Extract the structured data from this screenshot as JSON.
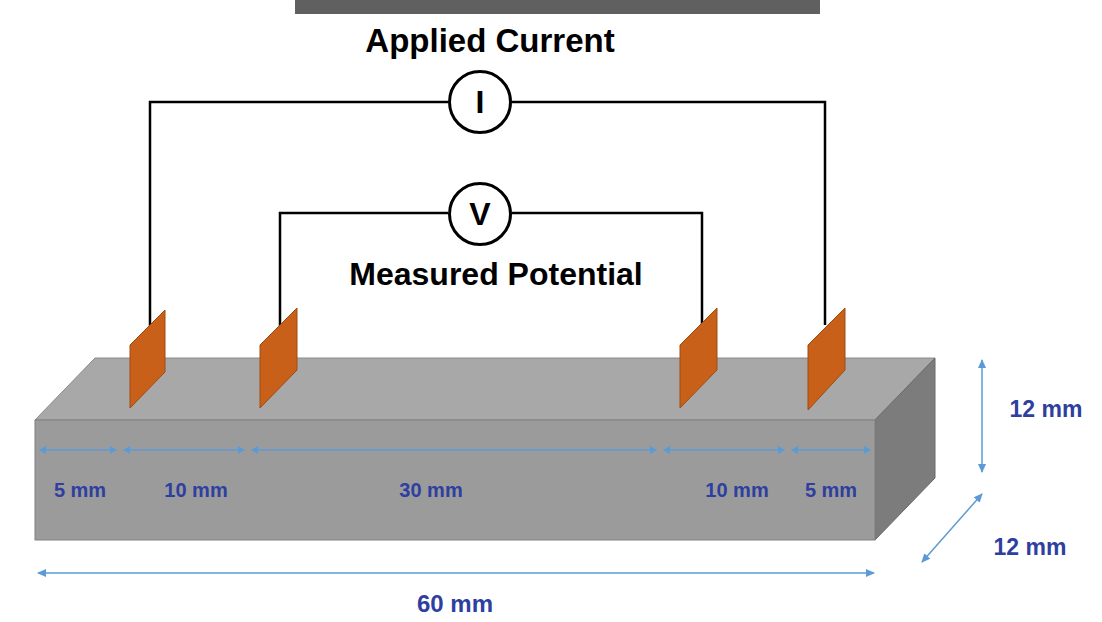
{
  "diagram": {
    "nodes": [
      {
        "text": [
          "I"
        ]
      },
      {
        "text": [
          "V"
        ]
      }
    ],
    "labels": [
      "Applied Current",
      "Measured Potential",
      "5 mm",
      "10 mm",
      "30 mm",
      "10 mm",
      "5 mm",
      "12 mm",
      "12 mm",
      "60 mm"
    ]
  }
}
